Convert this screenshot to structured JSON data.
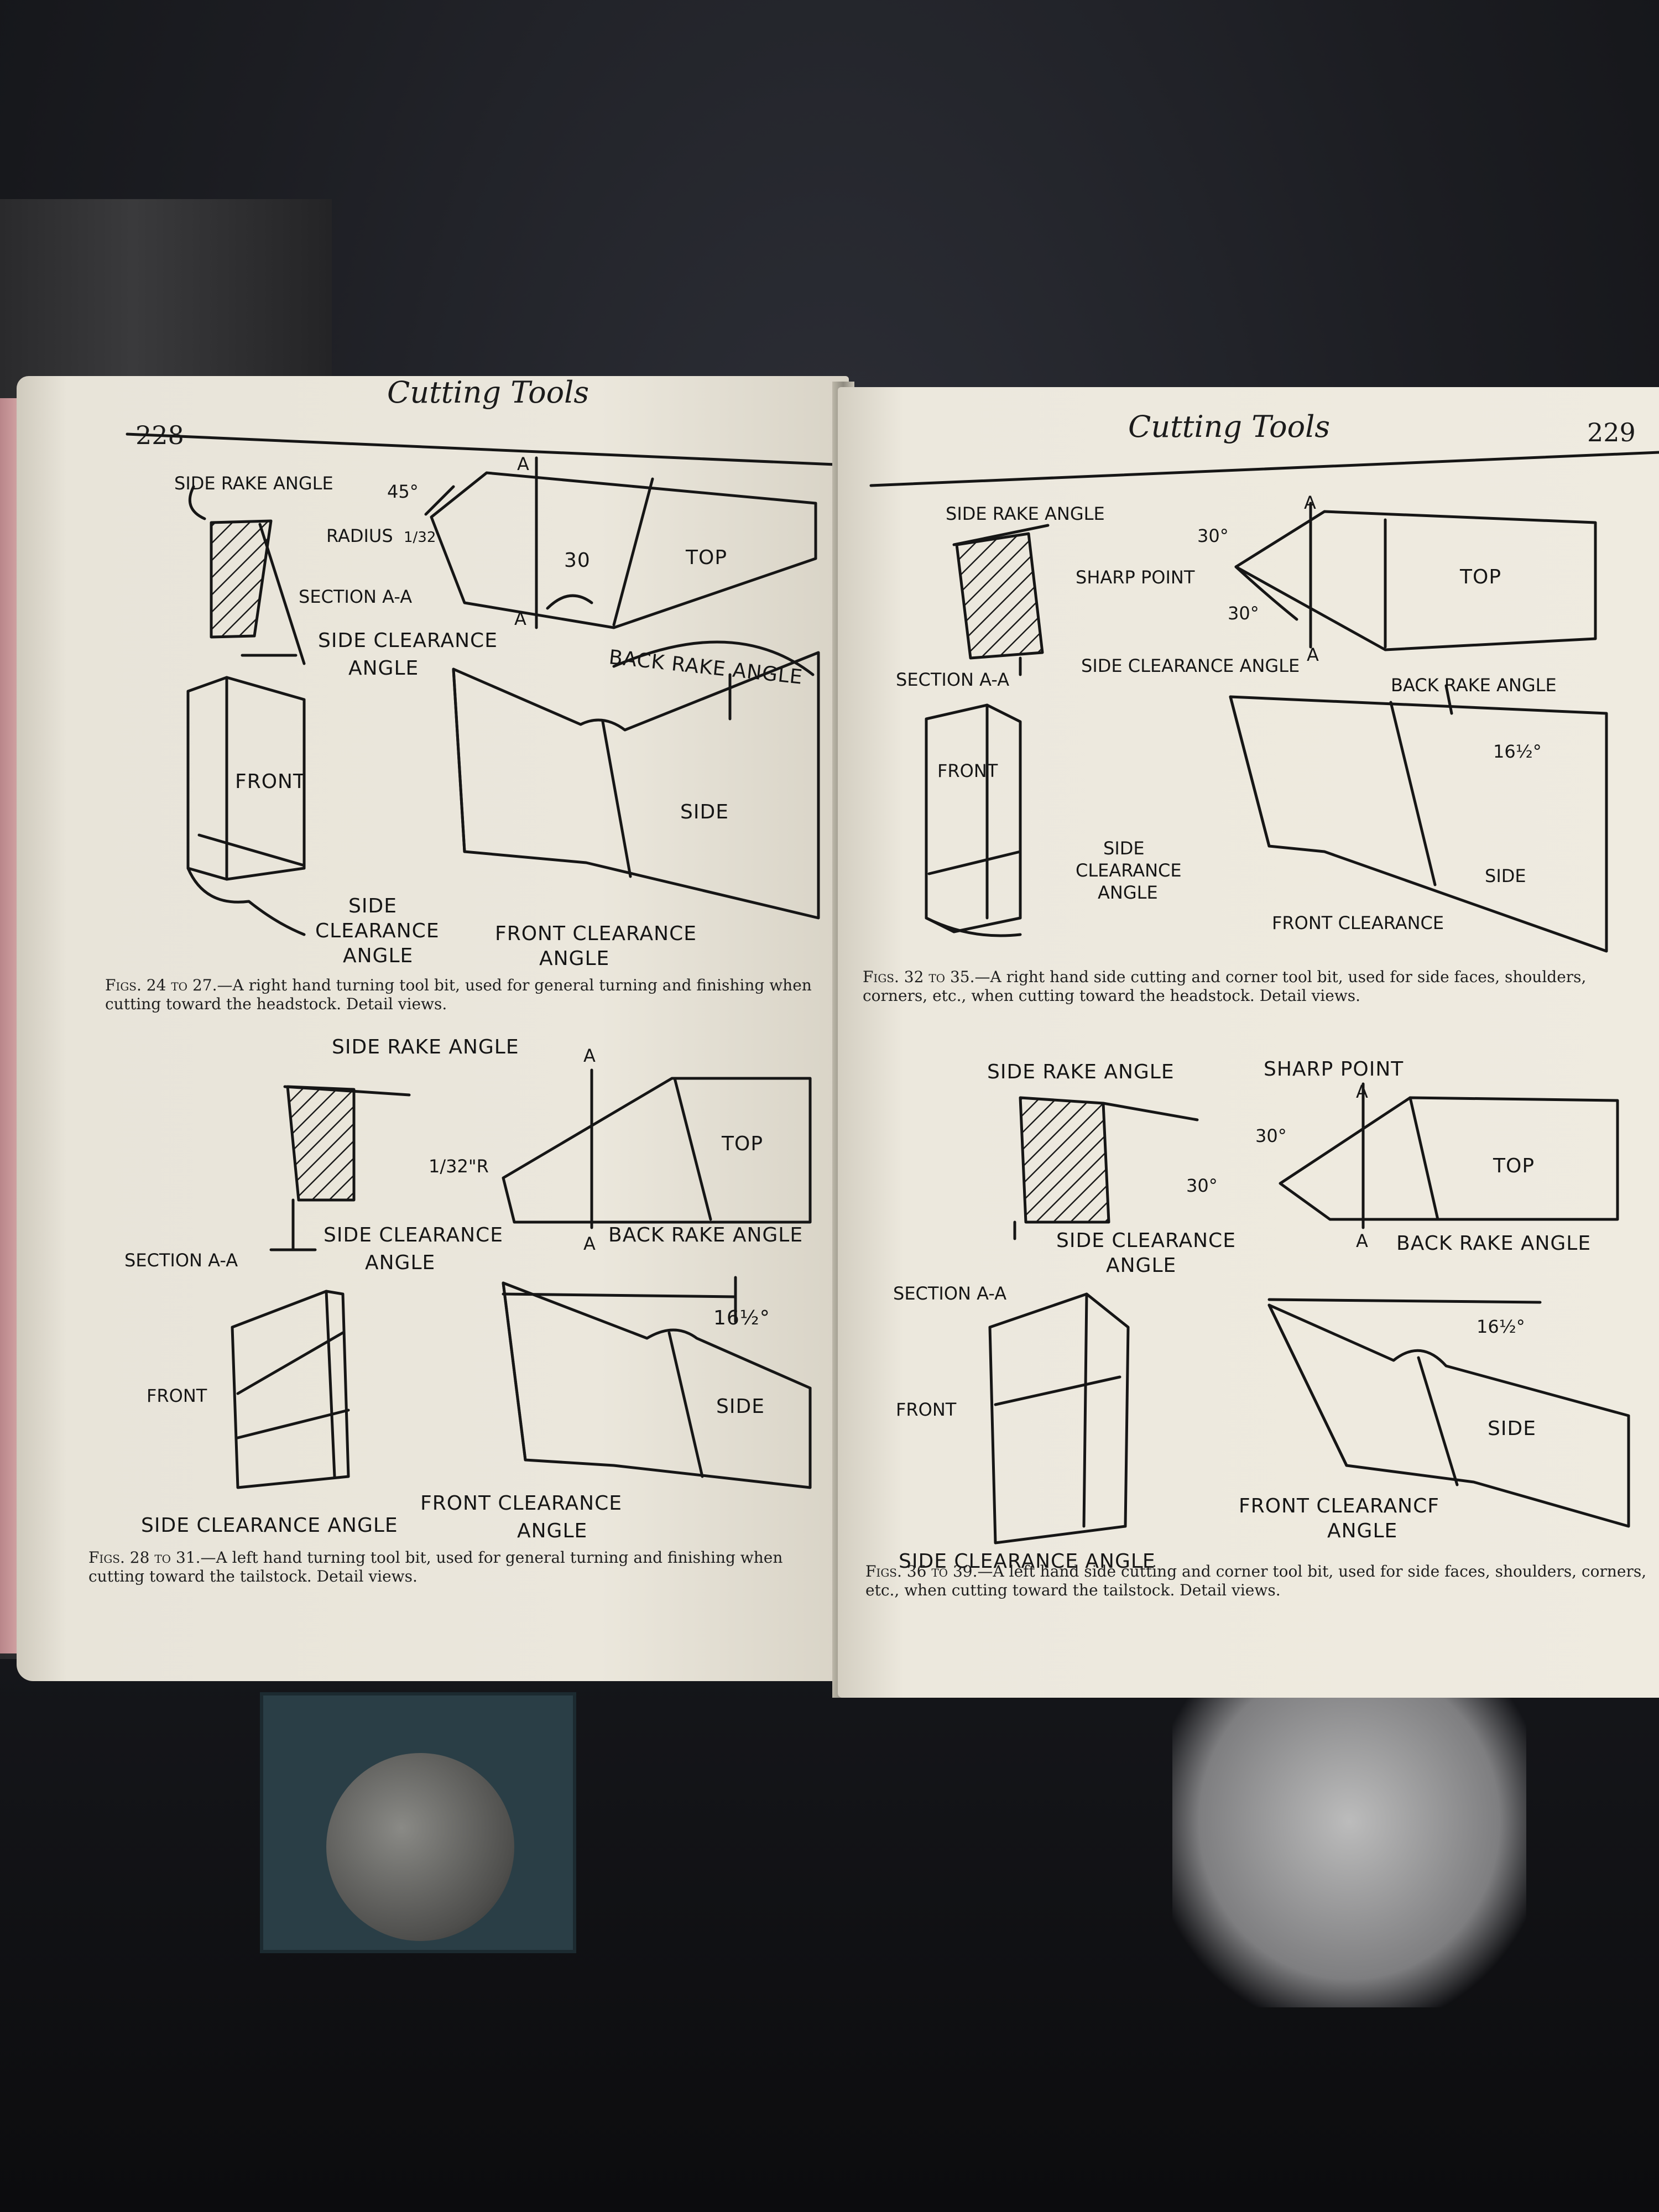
{
  "left_page": {
    "header": "Cutting Tools",
    "page_number": "228",
    "fig_a": {
      "labels": {
        "side_rake_angle": "SIDE RAKE ANGLE",
        "deg45": "45°",
        "radius": "RADIUS",
        "radius_value": "1/32",
        "section_aa": "SECTION A-A",
        "a_top": "A",
        "a_bottom": "A",
        "deg30": "30",
        "top": "TOP",
        "side_clearance_1": "SIDE CLEARANCE",
        "angle_1": "ANGLE",
        "back_rake_angle": "BACK RAKE ANGLE",
        "front": "FRONT",
        "side": "SIDE",
        "side_2": "SIDE",
        "clearance_2": "CLEARANCE",
        "angle_2": "ANGLE",
        "front_clearance": "FRONT CLEARANCE",
        "angle_3": "ANGLE"
      },
      "caption_prefix": "Figs. 24 to 27.",
      "caption_text": "—A right hand turning tool bit, used for general turning and finishing when cutting toward the headstock. Detail views."
    },
    "fig_b": {
      "labels": {
        "side_rake_angle": "SIDE RAKE ANGLE",
        "a_top": "A",
        "a_bottom": "A",
        "radius": "1/32\"R",
        "top": "TOP",
        "section_aa": "SECTION A-A",
        "side_clearance": "SIDE CLEARANCE",
        "angle": "ANGLE",
        "back_rake_angle": "BACK RAKE ANGLE",
        "deg16": "16½°",
        "front": "FRONT",
        "side": "SIDE",
        "side_clearance_angle": "SIDE CLEARANCE ANGLE",
        "front_clearance": "FRONT CLEARANCE",
        "angle_2": "ANGLE"
      },
      "caption_prefix": "Figs. 28 to 31.",
      "caption_text": "—A left hand turning tool bit, used for general turning and finishing when cutting toward the tailstock. Detail views."
    }
  },
  "right_page": {
    "header": "Cutting Tools",
    "page_number": "229",
    "fig_a": {
      "labels": {
        "side_rake_angle": "SIDE RAKE ANGLE",
        "a_top": "A",
        "a_bottom": "A",
        "deg30_top": "30°",
        "sharp_point": "SHARP POINT",
        "deg30_bottom": "30°",
        "top": "TOP",
        "section_aa": "SECTION A-A",
        "side_clearance_angle": "SIDE CLEARANCE ANGLE",
        "back_rake_angle": "BACK RAKE ANGLE",
        "deg16": "16½°",
        "front": "FRONT",
        "side": "SIDE",
        "side_2": "SIDE",
        "clearance_2": "CLEARANCE",
        "angle_2": "ANGLE",
        "front_clearance": "FRONT CLEARANCE"
      },
      "caption_prefix": "Figs. 32 to 35.",
      "caption_text": "—A right hand side cutting and corner tool bit, used for side faces, shoulders, corners, etc., when cutting toward the headstock. Detail views."
    },
    "fig_b": {
      "labels": {
        "side_rake_angle": "SIDE RAKE ANGLE",
        "sharp_point": "SHARP POINT",
        "a_top": "A",
        "a_bottom": "A",
        "deg30_top": "30°",
        "deg30_bottom": "30°",
        "top": "TOP",
        "side_clearance": "SIDE CLEARANCE",
        "angle": "ANGLE",
        "back_rake_angle": "BACK RAKE ANGLE",
        "section_aa": "SECTION A-A",
        "deg16": "16½°",
        "front": "FRONT",
        "side": "SIDE",
        "front_clearance": "FRONT CLEARANCF",
        "angle_2": "ANGLE",
        "side_clearance_angle": "SIDE CLEARANCE ANGLE"
      },
      "caption_prefix": "Figs. 36 to 39.",
      "caption_text": "—A left hand side cutting and corner tool bit, used for side faces, shoulders, corners, etc., when cutting toward the tailstock. Detail views."
    }
  }
}
